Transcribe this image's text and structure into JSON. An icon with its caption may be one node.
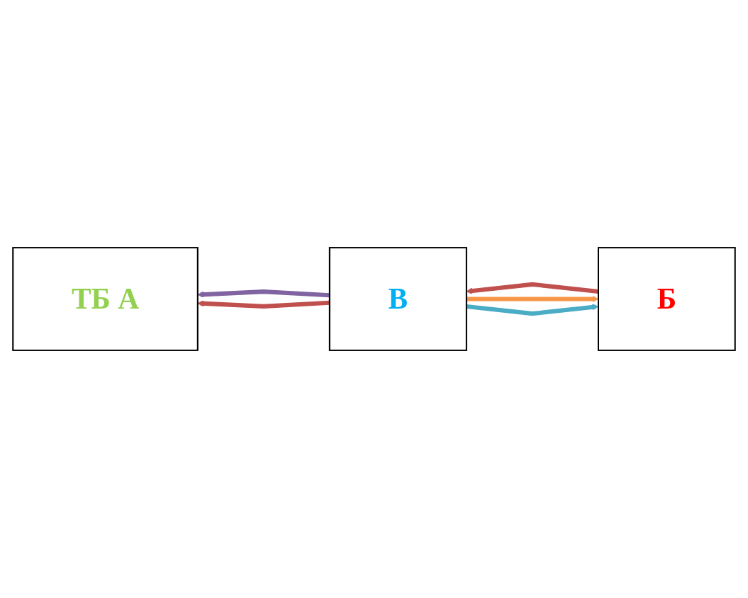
{
  "diagram": {
    "nodes": [
      {
        "text": [
          "ТБ А"
        ]
      },
      {
        "text": [
          "Б"
        ]
      },
      {
        "text": [
          "В"
        ]
      }
    ],
    "edges": [
      {
        "from": 2,
        "to": 0,
        "arrow": "to",
        "color": "#8064a2"
      },
      {
        "from": 2,
        "to": 0,
        "arrow": "to",
        "color": "#c0504d"
      },
      {
        "from": 2,
        "to": 1,
        "arrow": "to",
        "color": "#f79646"
      },
      {
        "from": 1,
        "to": 2,
        "arrow": "to",
        "color": "#c0504d"
      },
      {
        "from": 2,
        "to": 1,
        "arrow": "to",
        "color": "#4bacc6"
      }
    ]
  }
}
